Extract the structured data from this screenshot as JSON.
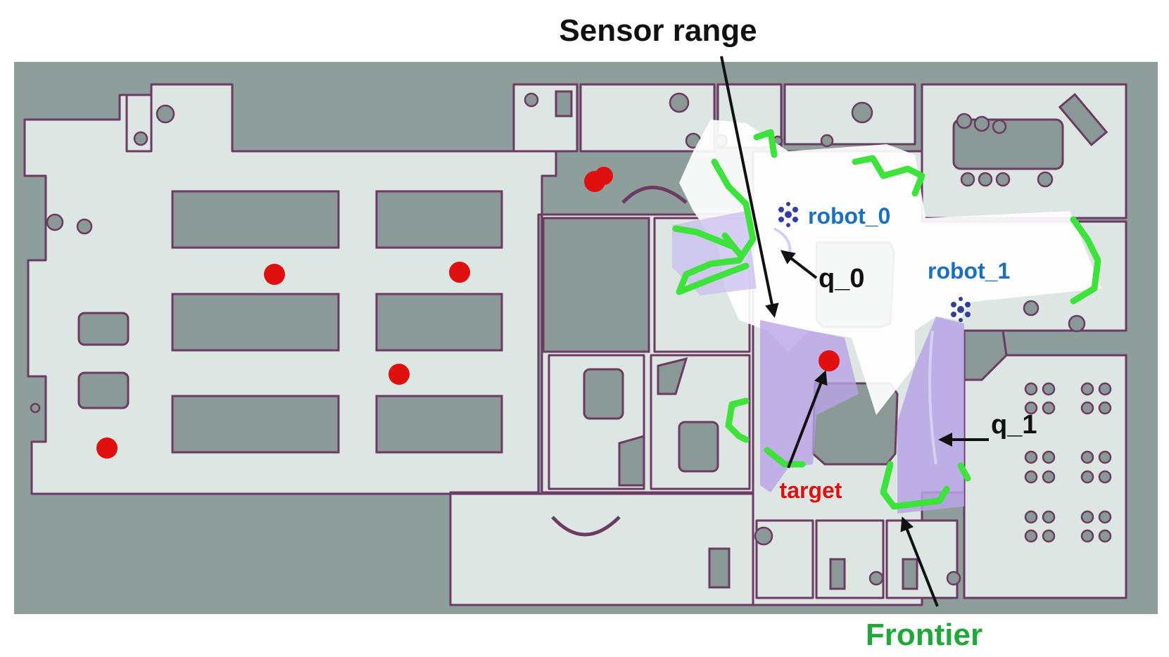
{
  "figure": {
    "annotations": {
      "sensor_range": "Sensor range",
      "frontier": "Frontier",
      "target": "target",
      "q0": "q_0",
      "q1": "q_1"
    },
    "robots": [
      {
        "label": "robot_0"
      },
      {
        "label": "robot_1"
      }
    ],
    "colors": {
      "wall": "#6b3b63",
      "floor": "#dde6e2",
      "unknown": "#8d9e9b",
      "obstacle": "#8b9996",
      "explored": "#ffffff",
      "frontier": "#3de23a",
      "visited_path": "#b9a3e6",
      "robot": "#2f3f9e",
      "robot_label": "#1a6fc0",
      "target": "#e01010",
      "annotation_text": "#111111",
      "frontier_text": "#22a83a"
    },
    "icons": [
      "robot-icon",
      "target-marker",
      "red-dot-marker",
      "door-arc"
    ]
  }
}
